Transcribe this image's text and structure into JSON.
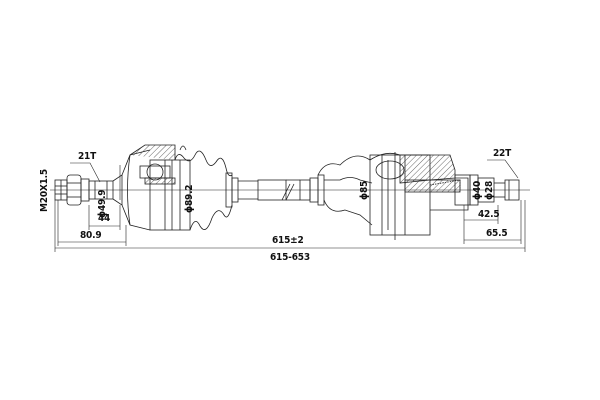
{
  "drawing": {
    "subject": "CV drive shaft technical drawing",
    "left_side": {
      "thread": "M20X1.5",
      "spline_teeth": "21T",
      "diameter_spline": "ϕ49.9",
      "len_44": "44",
      "len_80_9": "80.9",
      "joint_diameter": "ϕ89.2"
    },
    "center": {
      "boot_diameter": "ϕ85",
      "overall_length": "615±2",
      "length_range": "615-653"
    },
    "right_side": {
      "spline_teeth": "22T",
      "diameter_40": "ϕ40",
      "diameter_28": "ϕ28",
      "len_42_5": "42.5",
      "len_65_5": "65.5"
    }
  },
  "colors": {
    "line": "#222222",
    "hatch": "#555555",
    "background": "#ffffff"
  }
}
